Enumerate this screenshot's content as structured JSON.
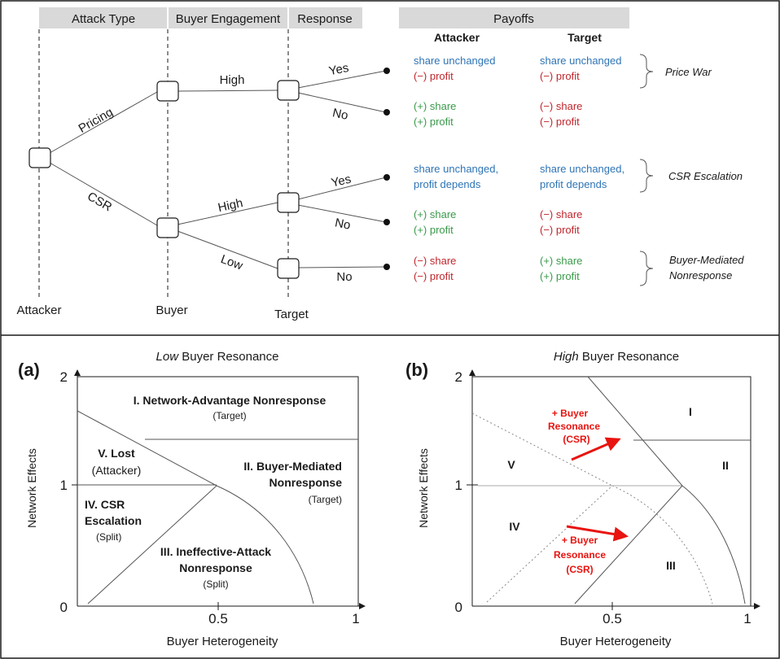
{
  "tree": {
    "stage_headers": [
      "Attack Type",
      "Buyer Engagement",
      "Response"
    ],
    "payoffs_header": "Payoffs",
    "payoff_columns": [
      "Attacker",
      "Target"
    ],
    "players": [
      "Attacker",
      "Buyer",
      "Target"
    ],
    "branches": {
      "pricing": "Pricing",
      "csr": "CSR",
      "high_1": "High",
      "high_2": "High",
      "low": "Low",
      "yes_1": "Yes",
      "no_1": "No",
      "yes_2": "Yes",
      "no_2": "No",
      "no_3": "No"
    },
    "outcomes": [
      {
        "attacker": [
          "share unchanged",
          "(−) profit"
        ],
        "attacker_colors": [
          "blue",
          "red"
        ],
        "target": [
          "share unchanged",
          "(−) profit"
        ],
        "target_colors": [
          "blue",
          "red"
        ],
        "label": [
          "Price War"
        ]
      },
      {
        "attacker": [
          "(+) share",
          "(+) profit"
        ],
        "attacker_colors": [
          "green",
          "green"
        ],
        "target": [
          "(−) share",
          "(−) profit"
        ],
        "target_colors": [
          "red",
          "red"
        ],
        "label": []
      },
      {
        "attacker": [
          "share unchanged,",
          "profit depends"
        ],
        "attacker_colors": [
          "blue",
          "blue"
        ],
        "target": [
          "share unchanged,",
          "profit depends"
        ],
        "target_colors": [
          "blue",
          "blue"
        ],
        "label": [
          "CSR Escalation"
        ]
      },
      {
        "attacker": [
          "(+) share",
          "(+) profit"
        ],
        "attacker_colors": [
          "green",
          "green"
        ],
        "target": [
          "(−) share",
          "(−) profit"
        ],
        "target_colors": [
          "red",
          "red"
        ],
        "label": []
      },
      {
        "attacker": [
          "(−) share",
          "(−) profit"
        ],
        "attacker_colors": [
          "red",
          "red"
        ],
        "target": [
          "(+) share",
          "(+) profit"
        ],
        "target_colors": [
          "green",
          "green"
        ],
        "label": [
          "Buyer-Mediated",
          "Nonresponse"
        ]
      }
    ]
  },
  "panel_a": {
    "tag": "(a)",
    "title_italic": "Low",
    "title_rest": " Buyer Resonance",
    "x_label": "Buyer Heterogeneity",
    "y_label": "Network Effects",
    "x_ticks": [
      "0",
      "0.5",
      "1"
    ],
    "y_ticks": [
      "2",
      "1"
    ],
    "regions": {
      "I_title": "I.  Network-Advantage Nonresponse",
      "I_sub": "(Target)",
      "V_title": "V. Lost",
      "V_sub": "(Attacker)",
      "II_title_1": "II.  Buyer-Mediated",
      "II_title_2": "Nonresponse",
      "II_sub": "(Target)",
      "IV_title_1": "IV. CSR",
      "IV_title_2": "Escalation",
      "IV_sub": "(Split)",
      "III_title_1": "III. Ineffective-Attack",
      "III_title_2": "Nonresponse",
      "III_sub": "(Split)"
    }
  },
  "panel_b": {
    "tag": "(b)",
    "title_italic": "High",
    "title_rest": " Buyer Resonance",
    "x_label": "Buyer Heterogeneity",
    "y_label": "Network Effects",
    "x_ticks": [
      "0",
      "0.5",
      "1"
    ],
    "y_ticks": [
      "2",
      "1"
    ],
    "regions": [
      "I",
      "II",
      "III",
      "IV",
      "V"
    ],
    "arrow_label": [
      "+ Buyer",
      "Resonance",
      "(CSR)"
    ],
    "arrow_color": "#e8140f"
  }
}
